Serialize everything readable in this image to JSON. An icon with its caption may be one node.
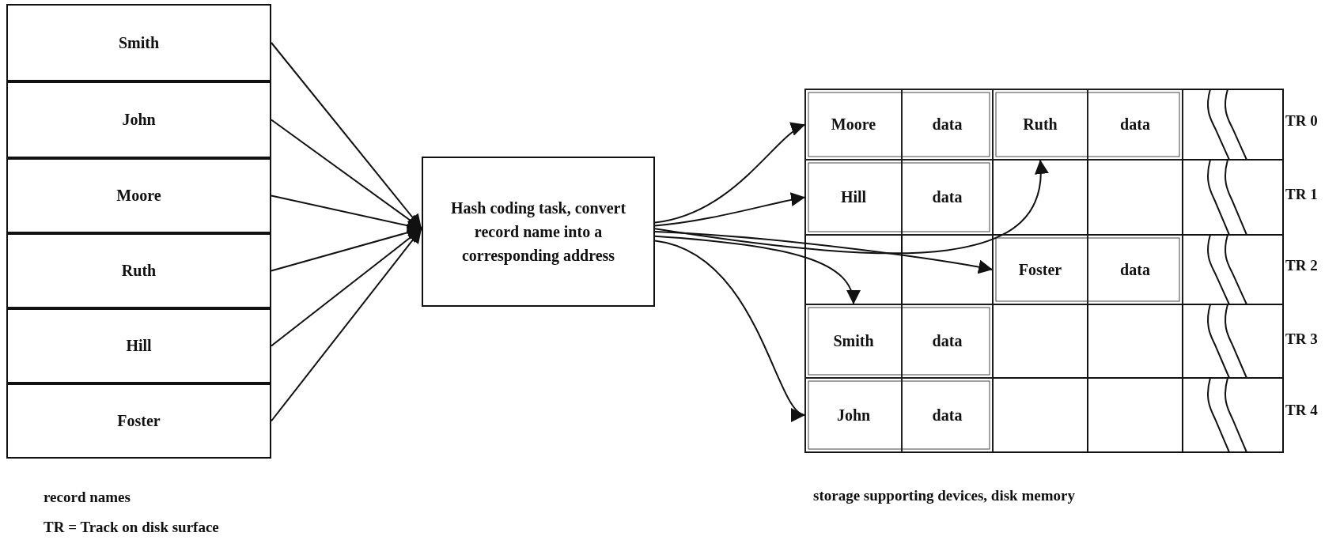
{
  "diagram": {
    "nodes": [
      {
        "text": [
          "Smith"
        ]
      },
      {
        "text": [
          "John"
        ]
      },
      {
        "text": [
          "Moore"
        ]
      },
      {
        "text": [
          "Ruth"
        ]
      },
      {
        "text": [
          "Hill"
        ]
      },
      {
        "text": [
          "Foster"
        ]
      },
      {
        "text": [
          "Hash coding task, convert record name into a corresponding address"
        ]
      },
      {
        "text": [
          "Moore"
        ]
      },
      {
        "text": [
          "data"
        ]
      },
      {
        "text": [
          "Ruth"
        ]
      },
      {
        "text": [
          "data"
        ]
      },
      {
        "text": [
          "Hill"
        ]
      },
      {
        "text": [
          "data"
        ]
      },
      {
        "text": [
          "Foster"
        ]
      },
      {
        "text": [
          "data"
        ]
      },
      {
        "text": [
          "Smith"
        ]
      },
      {
        "text": [
          "data"
        ]
      },
      {
        "text": [
          "John"
        ]
      },
      {
        "text": [
          "data"
        ]
      }
    ],
    "edges": [
      {
        "from": 0,
        "to": 6,
        "arrow": "to"
      },
      {
        "from": 1,
        "to": 6,
        "arrow": "to"
      },
      {
        "from": 2,
        "to": 6,
        "arrow": "to"
      },
      {
        "from": 3,
        "to": 6,
        "arrow": "to"
      },
      {
        "from": 4,
        "to": 6,
        "arrow": "to"
      },
      {
        "from": 5,
        "to": 6,
        "arrow": "to"
      },
      {
        "from": 6,
        "to": 7,
        "arrow": "to"
      },
      {
        "from": 6,
        "to": 11,
        "arrow": "to"
      },
      {
        "from": 6,
        "to": 9,
        "arrow": "to"
      },
      {
        "from": 6,
        "to": 13,
        "arrow": "to"
      },
      {
        "from": 6,
        "to": 15,
        "arrow": "to"
      },
      {
        "from": 6,
        "to": 17,
        "arrow": "to"
      }
    ],
    "labels": [
      "TR 0",
      "TR 1",
      "TR 2",
      "TR 3",
      "TR 4",
      "record names",
      "TR = Track on disk surface",
      "storage supporting devices,  disk memory"
    ]
  }
}
